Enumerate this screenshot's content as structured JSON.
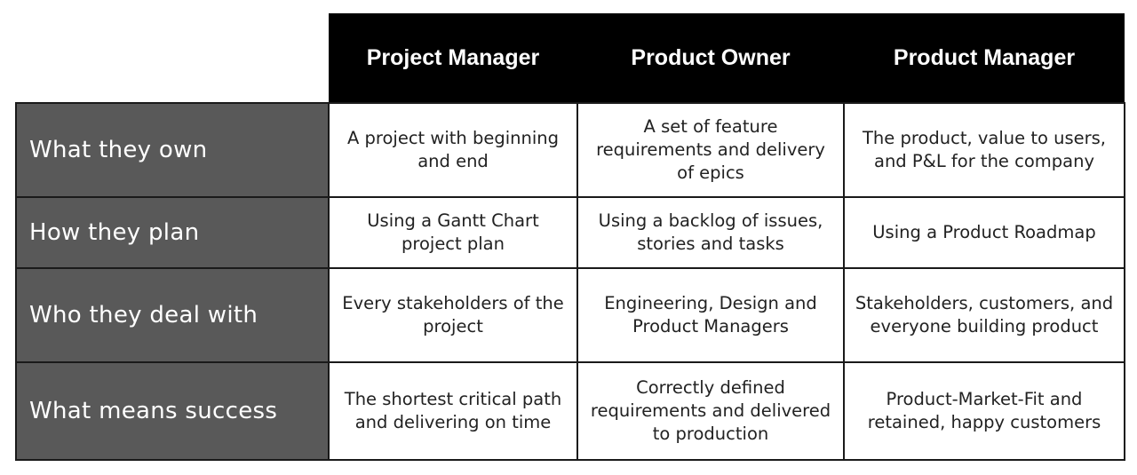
{
  "columns": [
    "Project Manager",
    "Product Owner",
    "Product Manager"
  ],
  "rows": [
    {
      "label": "What they own",
      "cells": [
        "A project with beginning and end",
        "A set of feature requirements and delivery of epics",
        "The product, value to users, and P&L for the company"
      ]
    },
    {
      "label": "How they plan",
      "cells": [
        "Using a Gantt Chart project plan",
        "Using a backlog of issues, stories and tasks",
        "Using a Product Roadmap"
      ]
    },
    {
      "label": "Who they deal with",
      "cells": [
        "Every stakeholders of the project",
        "Engineering, Design and Product Managers",
        "Stakeholders, customers, and everyone building product"
      ]
    },
    {
      "label": "What means success",
      "cells": [
        "The shortest critical path and delivering on time",
        "Correctly defined requirements and delivered to production",
        "Product-Market-Fit and retained, happy customers"
      ]
    }
  ],
  "colors": {
    "header_bg": "#000000",
    "row_header_bg": "#595959",
    "cell_bg": "#ffffff",
    "border": "#1a1a1a"
  }
}
